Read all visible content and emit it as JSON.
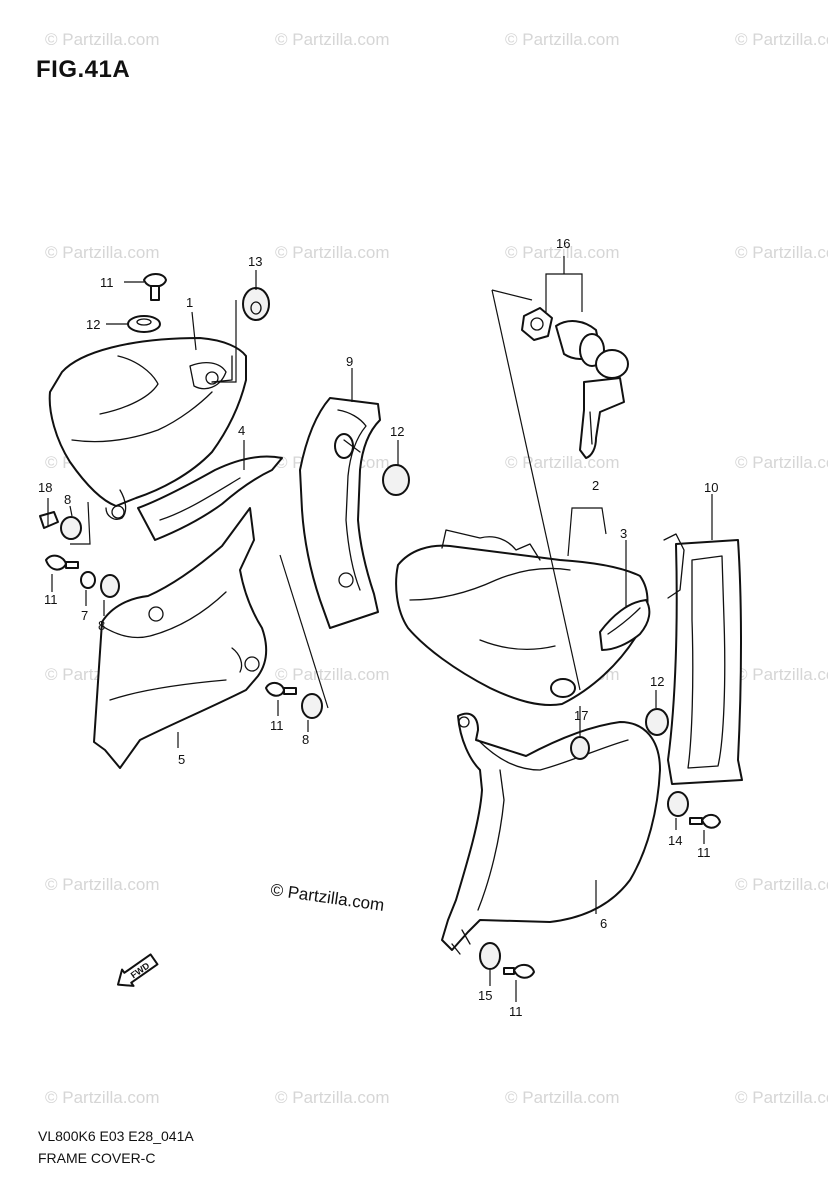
{
  "figure": {
    "title": "FIG.41A",
    "code": "VL800K6 E03 E28_041A",
    "name": "FRAME COVER-C"
  },
  "copyright": "© Partzilla.com",
  "watermark": "© Partzilla.com",
  "fwd_label": "FWD",
  "callouts": [
    "1",
    "2",
    "3",
    "4",
    "5",
    "6",
    "7",
    "8",
    "8",
    "8",
    "9",
    "10",
    "11",
    "11",
    "11",
    "11",
    "11",
    "12",
    "12",
    "12",
    "13",
    "14",
    "15",
    "16",
    "17",
    "18"
  ],
  "colors": {
    "line": "#111111",
    "watermark": "#d6d6d6",
    "background": "#ffffff"
  }
}
